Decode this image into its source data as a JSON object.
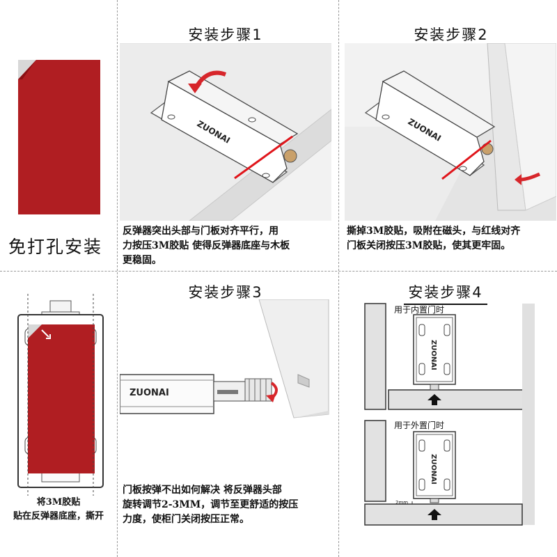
{
  "left_label": "免打孔安装",
  "brand": "ZUONAI",
  "steps": [
    {
      "title": "安装步骤1",
      "caption_lines": [
        "反弹器突出头部与门板对齐平行，用",
        "力按压3M胶贴 使得反弹器底座与木板",
        "更稳固。"
      ]
    },
    {
      "title": "安装步骤2",
      "caption_lines": [
        "撕掉3M胶贴，吸附在磁头，与红线对齐",
        "门板关闭按压3M胶贴，使其更牢固。"
      ]
    },
    {
      "title": "安装步骤3",
      "caption_lines": [
        "门板按弹不出如何解决 将反弹器头部",
        "旋转调节2-3MM，调节至更舒适的按压",
        "力度，使柜门关闭按压正常。"
      ]
    },
    {
      "title": "安装步骤4",
      "inner_label": "用于内置门时",
      "outer_label": "用于外置门时",
      "gap_label": "2mm"
    }
  ],
  "tape_caption_lines": [
    "将3M胶贴",
    "贴在反弹器底座，撕开"
  ],
  "colors": {
    "tape_red": "#b01e22",
    "line_red": "#e0151b",
    "arrow_red": "#d7262b"
  }
}
